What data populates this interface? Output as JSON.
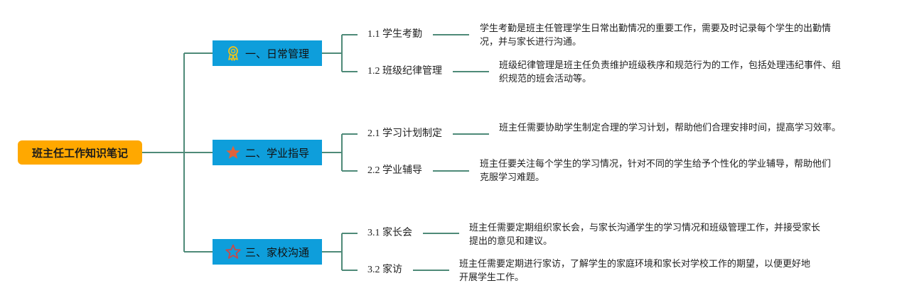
{
  "root": {
    "label": "班主任工作知识笔记"
  },
  "branches": [
    {
      "label": "一、日常管理",
      "icon": "award-ribbon-icon",
      "icon_color": "#F0C419",
      "topics": [
        {
          "label": "1.1 学生考勤",
          "desc": "学生考勤是班主任管理学生日常出勤情况的重要工作，需要及时记录每个学生的出勤情况，并与家长进行沟通。"
        },
        {
          "label": "1.2 班级纪律管理",
          "desc": "班级纪律管理是班主任负责维护班级秩序和规范行为的工作，包括处理违纪事件、组织规范的班会活动等。"
        }
      ]
    },
    {
      "label": "二、学业指导",
      "icon": "star-filled-icon",
      "icon_color": "#E0623A",
      "topics": [
        {
          "label": "2.1 学习计划制定",
          "desc": "班主任需要协助学生制定合理的学习计划，帮助他们合理安排时间，提高学习效率。"
        },
        {
          "label": "2.2 学业辅导",
          "desc": "班主任要关注每个学生的学习情况，针对不同的学生给予个性化的学业辅导，帮助他们克服学习难题。"
        }
      ]
    },
    {
      "label": "三、家校沟通",
      "icon": "star-outline-icon",
      "icon_color": "#C8494A",
      "topics": [
        {
          "label": "3.1 家长会",
          "desc": "班主任需要定期组织家长会，与家长沟通学生的学习情况和班级管理工作，并接受家长提出的意见和建议。"
        },
        {
          "label": "3.2 家访",
          "desc": "班主任需要定期进行家访，了解学生的家庭环境和家长对学校工作的期望，以便更好地开展学生工作。"
        }
      ]
    }
  ],
  "colors": {
    "root": "#FFA800",
    "branch": "#0E9EDB",
    "connector": "#4E8A78"
  }
}
